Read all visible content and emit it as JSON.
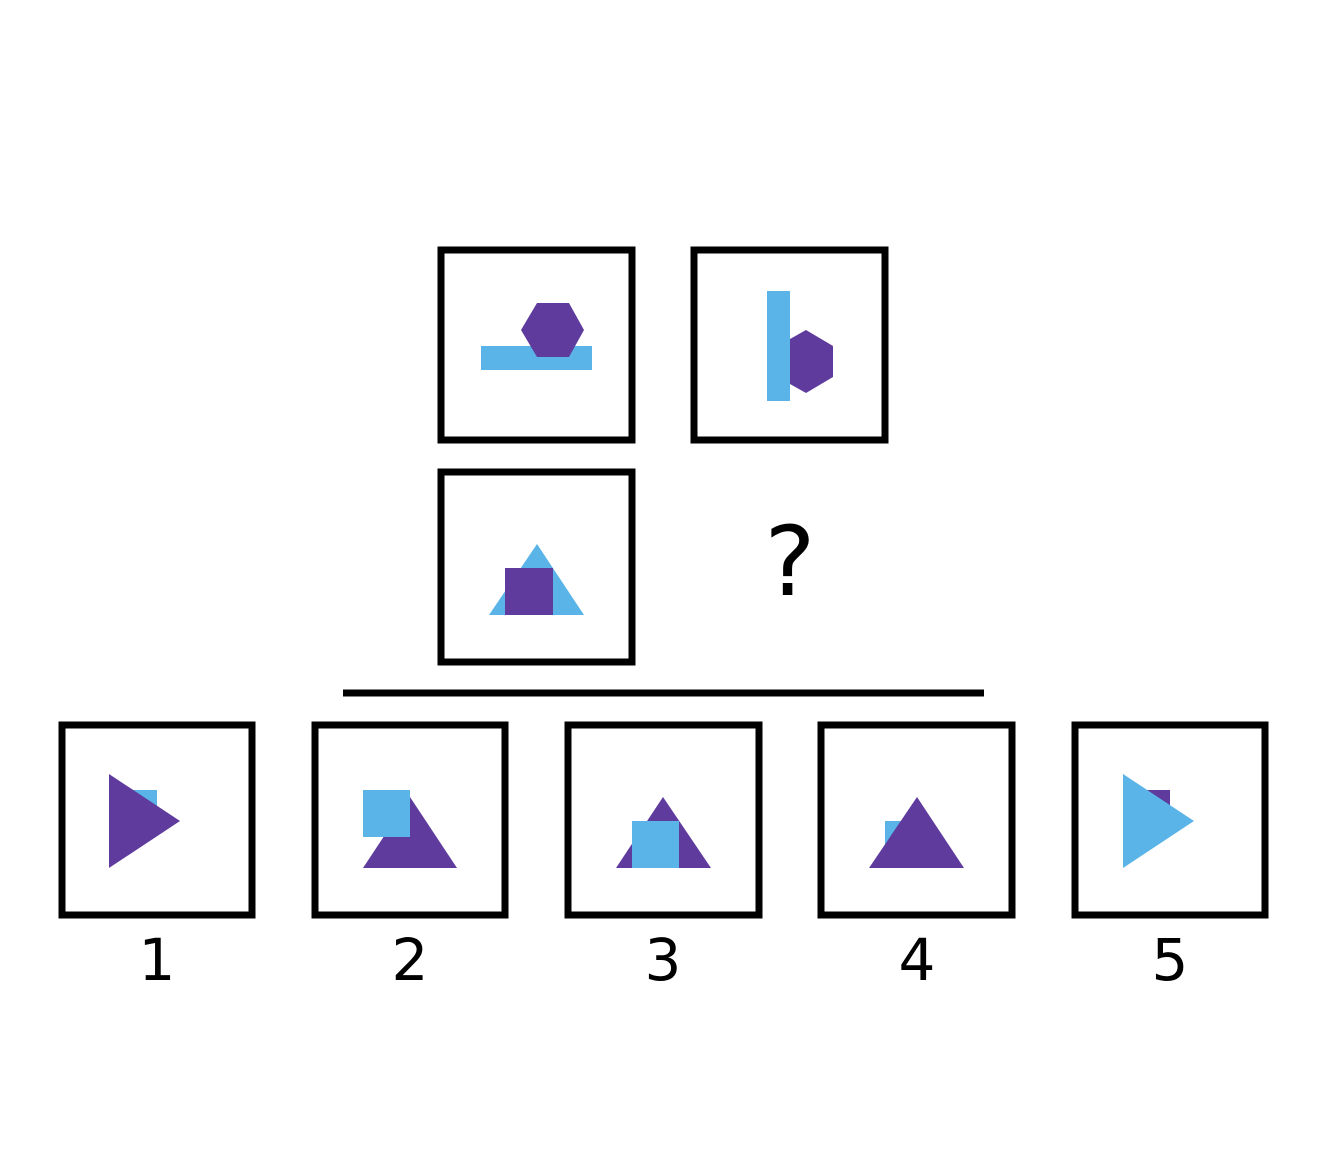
{
  "colors": {
    "blue": "#5ab4e8",
    "purple": "#5f3b9e",
    "ink": "#000000",
    "background": "#ffffff"
  },
  "matrix": {
    "cells": [
      {
        "id": "top-left",
        "shapes": [
          "blue-horizontal-bar",
          "purple-hexagon"
        ]
      },
      {
        "id": "top-right",
        "shapes": [
          "blue-vertical-bar",
          "purple-hexagon"
        ]
      },
      {
        "id": "bottom-left",
        "shapes": [
          "blue-triangle",
          "purple-square"
        ]
      }
    ],
    "missing_label": "?"
  },
  "options": [
    {
      "label": "1",
      "shapes": [
        "blue-square",
        "purple-right-triangle"
      ]
    },
    {
      "label": "2",
      "shapes": [
        "purple-triangle",
        "blue-square"
      ]
    },
    {
      "label": "3",
      "shapes": [
        "purple-triangle",
        "blue-square"
      ]
    },
    {
      "label": "4",
      "shapes": [
        "blue-square",
        "purple-triangle"
      ]
    },
    {
      "label": "5",
      "shapes": [
        "purple-square",
        "blue-right-triangle"
      ]
    }
  ]
}
